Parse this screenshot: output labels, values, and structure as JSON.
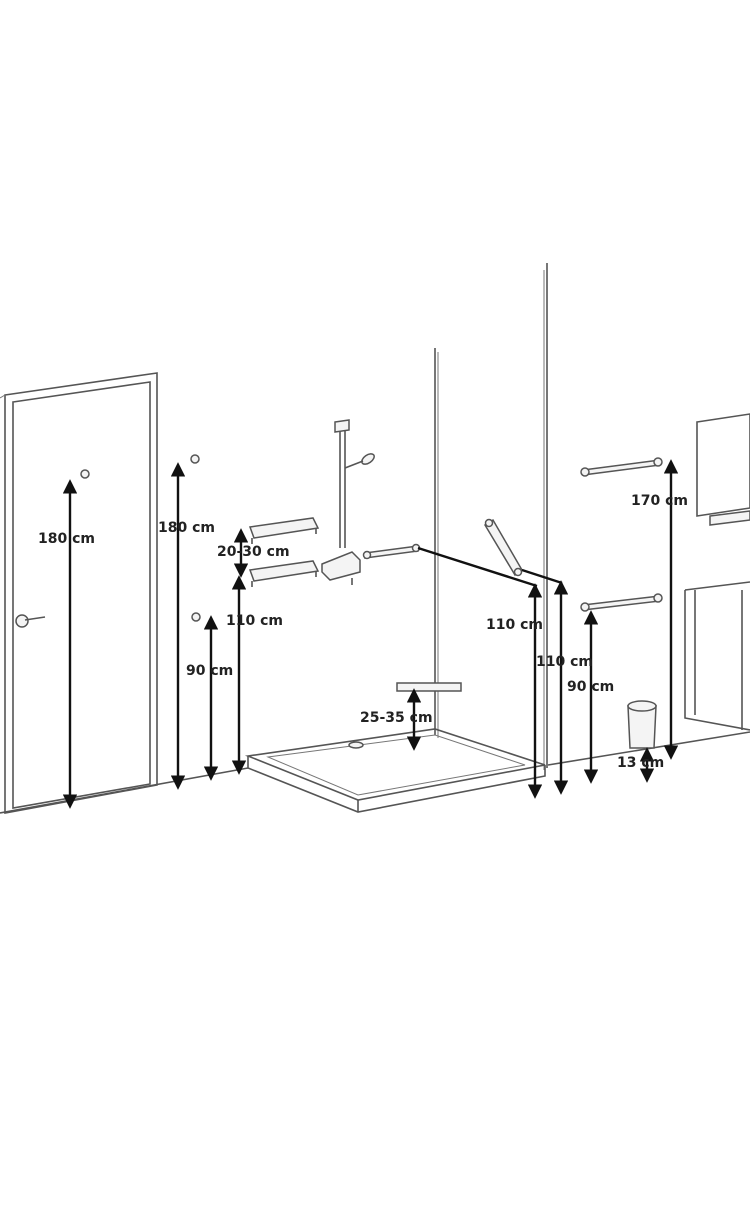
{
  "dimensions": {
    "door_hook": "180 cm",
    "wall_hook": "180 cm",
    "shelf_gap": "20-30 cm",
    "shelf_lower": "110 cm",
    "hook_low": "90 cm",
    "seat": "25-35 cm",
    "grab_bar_a": "110 cm",
    "grab_bar_b": "110 cm",
    "towel_bar_low": "90 cm",
    "towel_bar_high": "170 cm",
    "bin": "13 cm"
  }
}
